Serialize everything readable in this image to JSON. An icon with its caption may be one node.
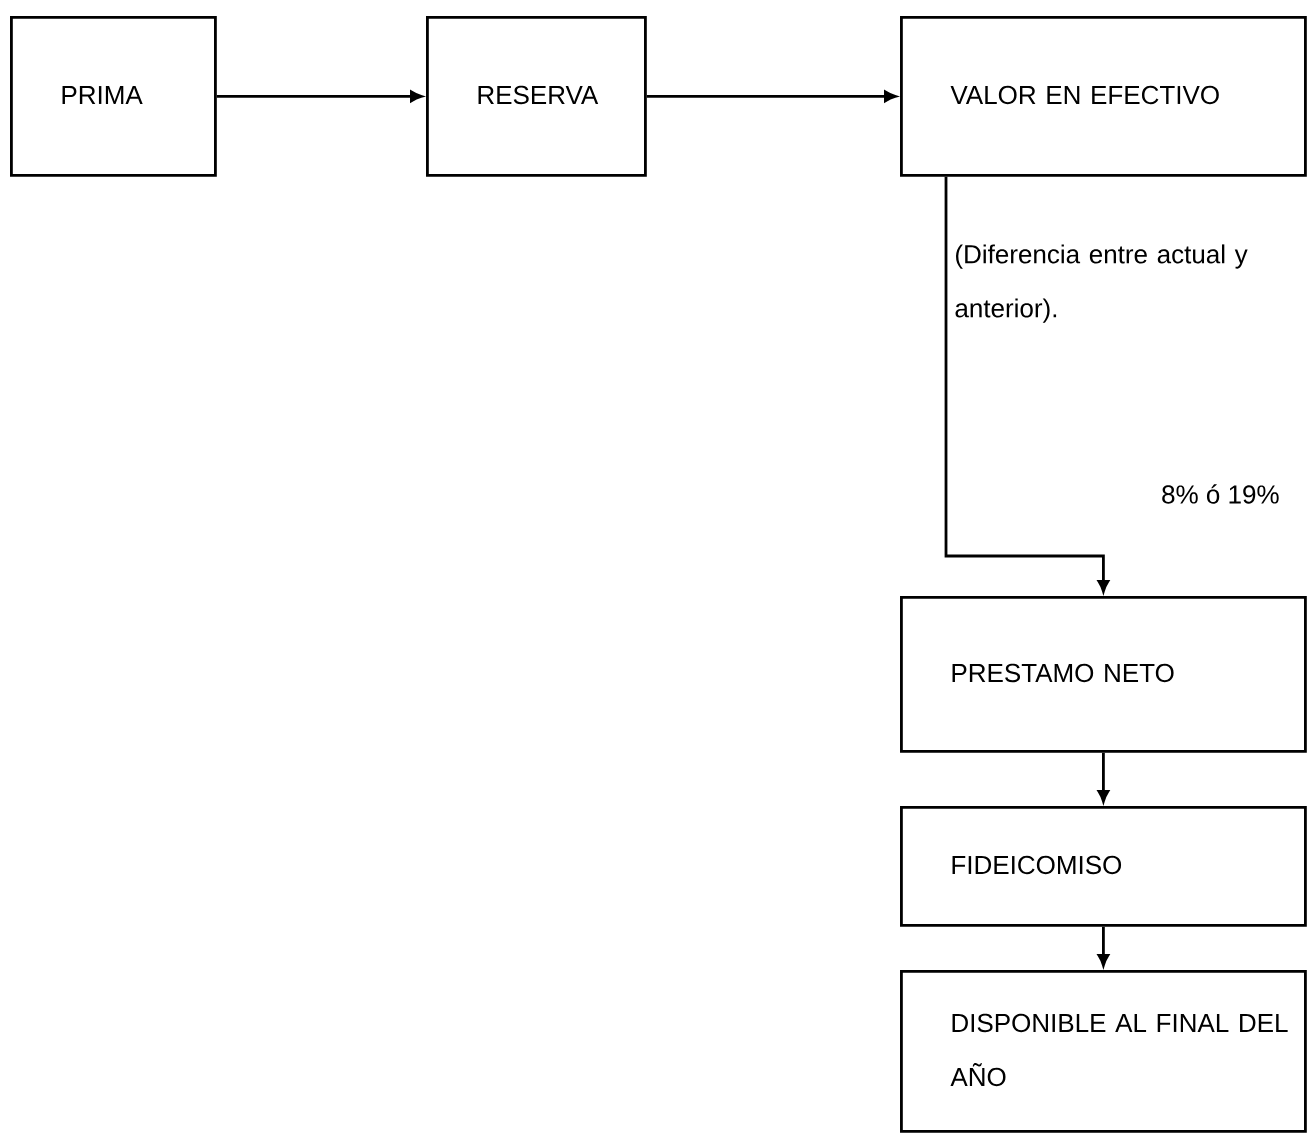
{
  "diagram": {
    "nodes": [
      {
        "text": [
          "PRIMA"
        ]
      },
      {
        "text": [
          "RESERVA"
        ]
      },
      {
        "text": [
          "VALOR EN EFECTIVO"
        ]
      },
      {
        "text": [
          "PRESTAMO NETO"
        ]
      },
      {
        "text": [
          "FIDEICOMISO"
        ]
      },
      {
        "text": [
          "DISPONIBLE AL FINAL DEL AÑO"
        ]
      }
    ],
    "edges": [
      {
        "from": 0,
        "to": 1,
        "arrow": "to"
      },
      {
        "from": 1,
        "to": 2,
        "arrow": "to"
      },
      {
        "from": 2,
        "to": 3,
        "arrow": "to"
      },
      {
        "from": 3,
        "to": 4,
        "arrow": "to"
      },
      {
        "from": 4,
        "to": 5,
        "arrow": "to"
      }
    ],
    "labels": [
      "(Diferencia entre actual y anterior).",
      "8% ó 19%"
    ]
  }
}
